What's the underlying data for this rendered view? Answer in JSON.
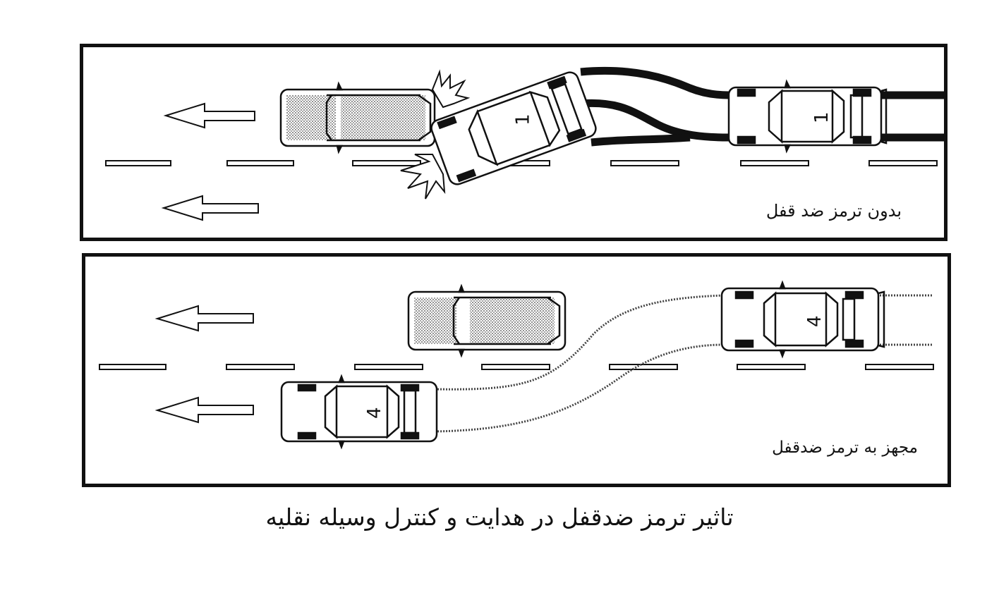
{
  "figure": {
    "title": "تاثیر ترمز ضدقفل در هدایت و کنترل وسیله نقلیه"
  },
  "panels": {
    "without_abs": {
      "caption": "بدون ترمز ضد قفل",
      "vehicle_number": "1"
    },
    "with_abs": {
      "caption": "مجهز به ترمز ضدقفل",
      "vehicle_number": "4"
    }
  },
  "colors": {
    "ink": "#111111",
    "obstacle_fill": "#bdbdbd",
    "background": "#ffffff"
  },
  "icons": [
    "left-arrow-icon",
    "car-icon",
    "collision-burst-icon",
    "skid-marks-icon",
    "tire-tracks-icon"
  ]
}
